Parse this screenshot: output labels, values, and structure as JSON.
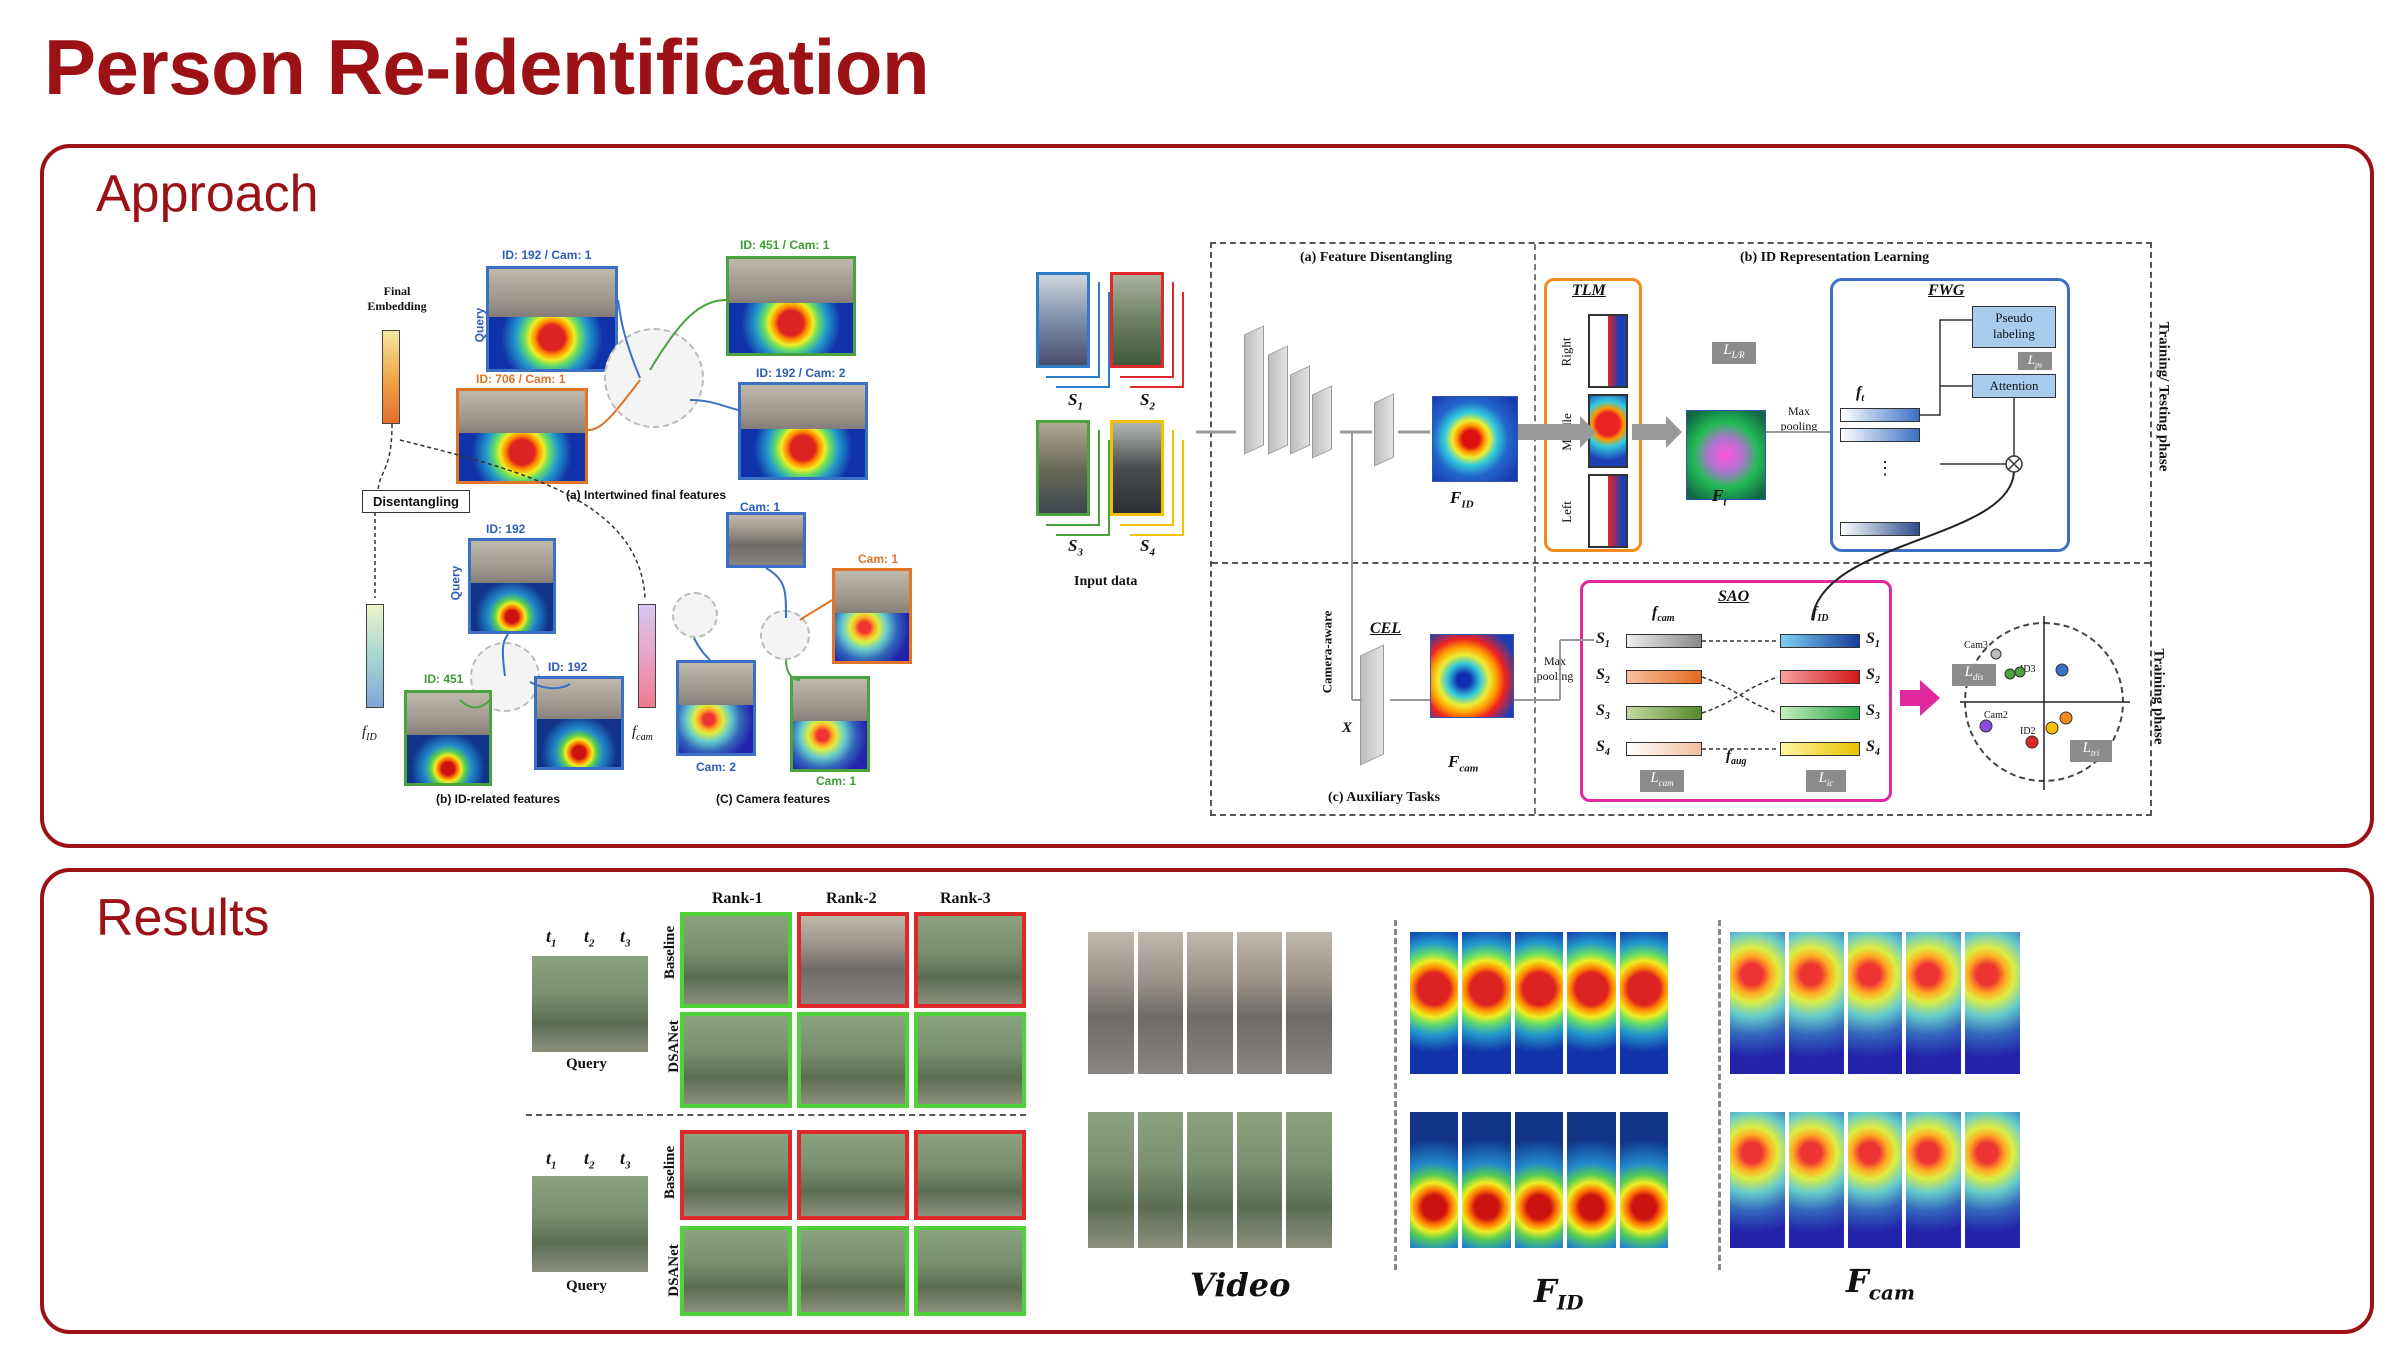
{
  "page": {
    "title": "Person Re-identification"
  },
  "approach": {
    "heading": "Approach",
    "left_figure": {
      "final_embedding": "Final\nEmbedding",
      "disentangling": "Disentangling",
      "f_id": "f",
      "f_id_sub": "ID",
      "f_cam": "f",
      "f_cam_sub": "cam",
      "id_top_blue": "ID: 192 / Cam: 1",
      "id_top_green": "ID: 451 / Cam: 1",
      "id_orange": "ID: 706 / Cam: 1",
      "id_blue2": "ID: 192 / Cam: 2",
      "query": "Query",
      "caption_a": "(a) Intertwined final features",
      "id_192": "ID: 192",
      "id_192b": "ID: 192",
      "id_451": "ID: 451",
      "caption_b": "(b) ID-related features",
      "cam_1": "Cam: 1",
      "cam_1b": "Cam: 1",
      "cam_2": "Cam: 2",
      "cam_1c": "Cam: 1",
      "caption_c": "(C) Camera features"
    },
    "right_figure": {
      "section_a": "(a) Feature Disentangling",
      "section_b": "(b) ID Representation Learning",
      "section_c": "(c) Auxiliary Tasks",
      "phase_1": "Training/ Testing phase",
      "phase_2": "Training phase",
      "input_data": "Input data",
      "s_labels": [
        "S",
        "S",
        "S",
        "S"
      ],
      "s_subs": [
        "1",
        "2",
        "3",
        "4"
      ],
      "tlm": "TLM",
      "fwg": "FWG",
      "cel": "CEL",
      "sao": "SAO",
      "right": "Right",
      "middle": "Middle",
      "left": "Left",
      "max_pooling": "Max\npooling",
      "max_pooling2": "Max\npooling",
      "pseudo_labeling": "Pseudo\nlabeling",
      "attention": "Attention",
      "f_id": "F",
      "f_id_sub": "ID",
      "f_t": "F",
      "f_t_sub": "t",
      "small_ft": "f",
      "small_ft_sub": "t",
      "f_cam": "F",
      "f_cam_sub": "cam",
      "l_lr": "L",
      "l_lr_sub": "L/R",
      "l_ps": "L",
      "l_ps_sub": "ps",
      "camera_aware": "Camera-aware",
      "x": "X",
      "sao_fcam": "f",
      "sao_fcam_sub": "cam",
      "sao_fid": "f",
      "sao_fid_sub": "ID",
      "f_aug": "f",
      "f_aug_sub": "aug",
      "l_cam": "L",
      "l_cam_sub": "cam",
      "l_ic": "L",
      "l_ic_sub": "ic",
      "l_dis": "L",
      "l_dis_sub": "dis",
      "l_tri": "L",
      "l_tri_sub": "tri",
      "cam3": "Cam3",
      "id3": "ID3",
      "cam2": "Cam2",
      "id2": "ID2",
      "ellipsis": "⋮"
    },
    "colors": {
      "accent": "#9b1116",
      "magenta": "#e0289f",
      "orange": "#f08c1e",
      "blue": "#3b70c5"
    }
  },
  "results": {
    "heading": "Results",
    "t_labels": [
      "t",
      "t",
      "t"
    ],
    "t_subs": [
      "1",
      "2",
      "3"
    ],
    "query": "Query",
    "query2": "Query",
    "ranks": [
      "Rank-1",
      "Rank-2",
      "Rank-3"
    ],
    "baseline": "Baseline",
    "dsanet": "DSANet",
    "baseline2": "Baseline",
    "dsanet2": "DSANet",
    "video": "Video",
    "fid_main": "F",
    "fid_sub": "ID",
    "fcam_main": "F",
    "fcam_sub": "cam",
    "match_colors": {
      "correct": "#4fd13a",
      "wrong": "#e0282a"
    }
  }
}
